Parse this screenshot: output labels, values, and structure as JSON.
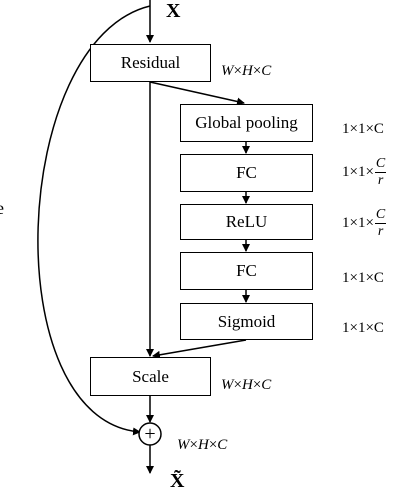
{
  "input": {
    "label": "X"
  },
  "output": {
    "label": "X̃"
  },
  "left_edge_fragment": "e",
  "blocks": {
    "residual": {
      "label": "Residual",
      "dims": [
        "W",
        "H",
        "C"
      ]
    },
    "global_pooling": {
      "label": "Global pooling",
      "dims": "1×1×C"
    },
    "fc1": {
      "label": "FC",
      "dims_prefix": "1×1×",
      "num": "C",
      "den": "r"
    },
    "relu": {
      "label": "ReLU",
      "dims_prefix": "1×1×",
      "num": "C",
      "den": "r"
    },
    "fc2": {
      "label": "FC",
      "dims": "1×1×C"
    },
    "sigmoid": {
      "label": "Sigmoid",
      "dims": "1×1×C"
    },
    "scale": {
      "label": "Scale",
      "dims": [
        "W",
        "H",
        "C"
      ]
    }
  },
  "sum": {
    "symbol": "+",
    "dims": [
      "W",
      "H",
      "C"
    ]
  }
}
